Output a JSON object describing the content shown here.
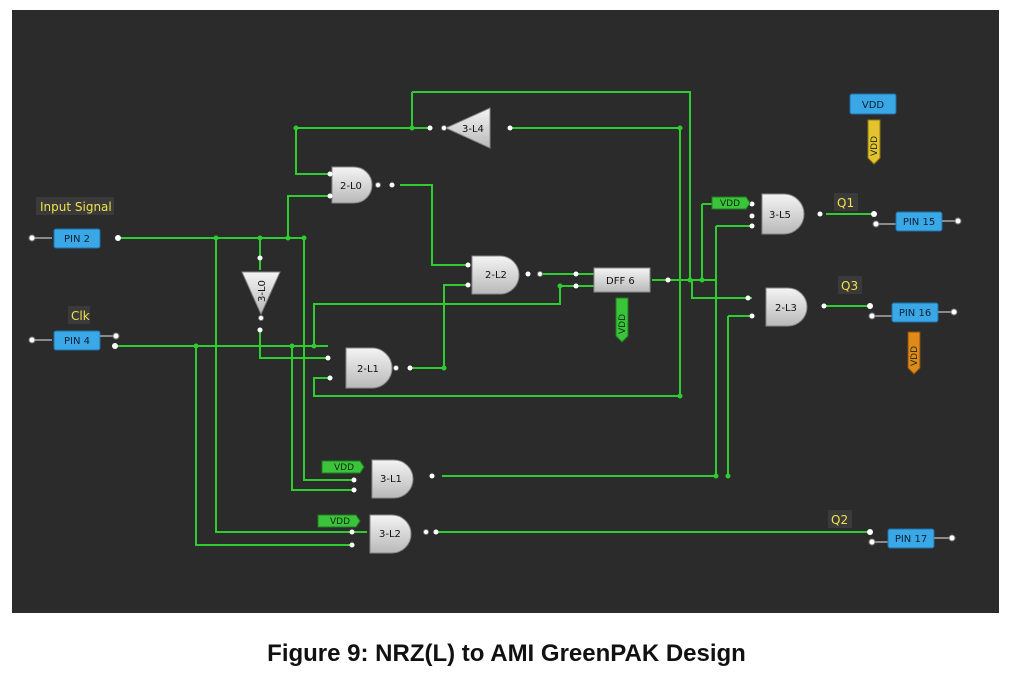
{
  "diagram": {
    "labels": {
      "input_signal": "Input Signal",
      "clk": "Clk",
      "q1": "Q1",
      "q2": "Q2",
      "q3": "Q3"
    },
    "pins": {
      "pin2": "PIN 2",
      "pin4": "PIN 4",
      "pin15": "PIN 15",
      "pin16": "PIN 16",
      "pin17": "PIN 17"
    },
    "gates": {
      "l0_and": "2-L0",
      "l1_and": "2-L1",
      "l2_and": "2-L2",
      "l3_and": "2-L3",
      "inv_3l0": "3-L0",
      "inv_3l4": "3-L4",
      "and_3l1": "3-L1",
      "and_3l2": "3-L2",
      "and_3l5": "3-L5",
      "dff": "DFF 6"
    },
    "supplies": {
      "vdd": "VDD"
    },
    "colors": {
      "wire": "#2ecc2e",
      "pin_fill": "#3aa8e6",
      "label_text": "#f1e24a",
      "canvas": "#2b2b2b"
    }
  },
  "caption": "Figure 9: NRZ(L) to AMI GreenPAK Design"
}
